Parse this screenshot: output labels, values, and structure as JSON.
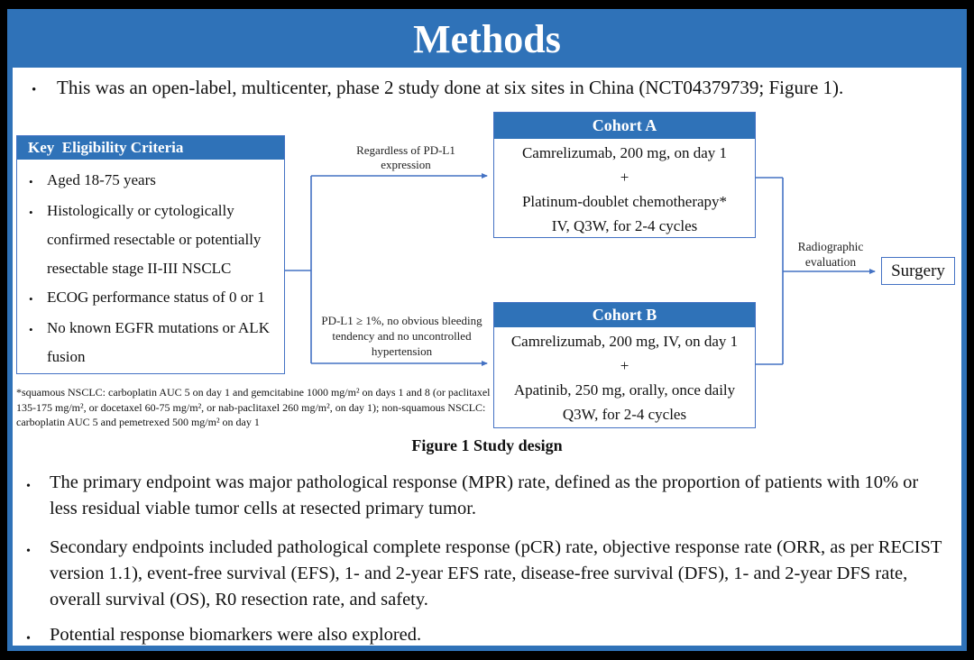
{
  "slide": {
    "title": "Methods",
    "intro_bullet": "This was an open-label, multicenter, phase 2 study done at six sites in China (NCT04379739; Figure 1).",
    "colors": {
      "slide_blue": "#2F72B8",
      "line_blue": "#4472C4",
      "background": "#000000",
      "text": "#111111"
    }
  },
  "figure": {
    "eligibility": {
      "header": "Key  Eligibility Criteria",
      "items": [
        "Aged 18-75 years",
        "Histologically or cytologically confirmed resectable or potentially resectable stage II-III NSCLC",
        "ECOG performance status of 0 or 1",
        "No known EGFR mutations or ALK fusion"
      ]
    },
    "branch_top_label": "Regardless of PD-L1 expression",
    "branch_bottom_label": "PD-L1 ≥ 1%, no obvious bleeding tendency and no uncontrolled hypertension",
    "cohort_a": {
      "header": "Cohort A",
      "lines": [
        "Camrelizumab, 200 mg, on day 1",
        "+",
        "Platinum-doublet chemotherapy*",
        "IV, Q3W, for 2-4 cycles"
      ]
    },
    "cohort_b": {
      "header": "Cohort B",
      "lines": [
        "Camrelizumab, 200 mg, IV, on day 1",
        "+",
        "Apatinib, 250 mg, orally, once daily",
        "Q3W, for 2-4 cycles"
      ]
    },
    "evaluation_label": "Radiographic evaluation",
    "surgery_label": "Surgery",
    "footnote": "*squamous NSCLC: carboplatin AUC 5 on day 1 and gemcitabine 1000 mg/m² on days 1 and 8 (or paclitaxel 135-175 mg/m², or docetaxel 60-75 mg/m², or nab-paclitaxel 260 mg/m², on day 1); non-squamous NSCLC: carboplatin AUC 5 and pemetrexed 500 mg/m² on day 1",
    "caption": "Figure 1 Study design"
  },
  "bullets": {
    "glyph": "•",
    "primary": "The primary endpoint was major pathological response (MPR) rate, defined as the proportion of patients with 10% or less residual viable tumor cells at resected primary tumor.",
    "secondary": "Secondary endpoints included pathological complete response (pCR) rate, objective response rate (ORR, as per RECIST version 1.1), event-free survival (EFS), 1- and 2-year EFS rate, disease-free survival (DFS), 1- and 2-year DFS rate, overall survival (OS), R0 resection rate, and safety.",
    "biomarkers": "Potential response biomarkers were also explored."
  }
}
